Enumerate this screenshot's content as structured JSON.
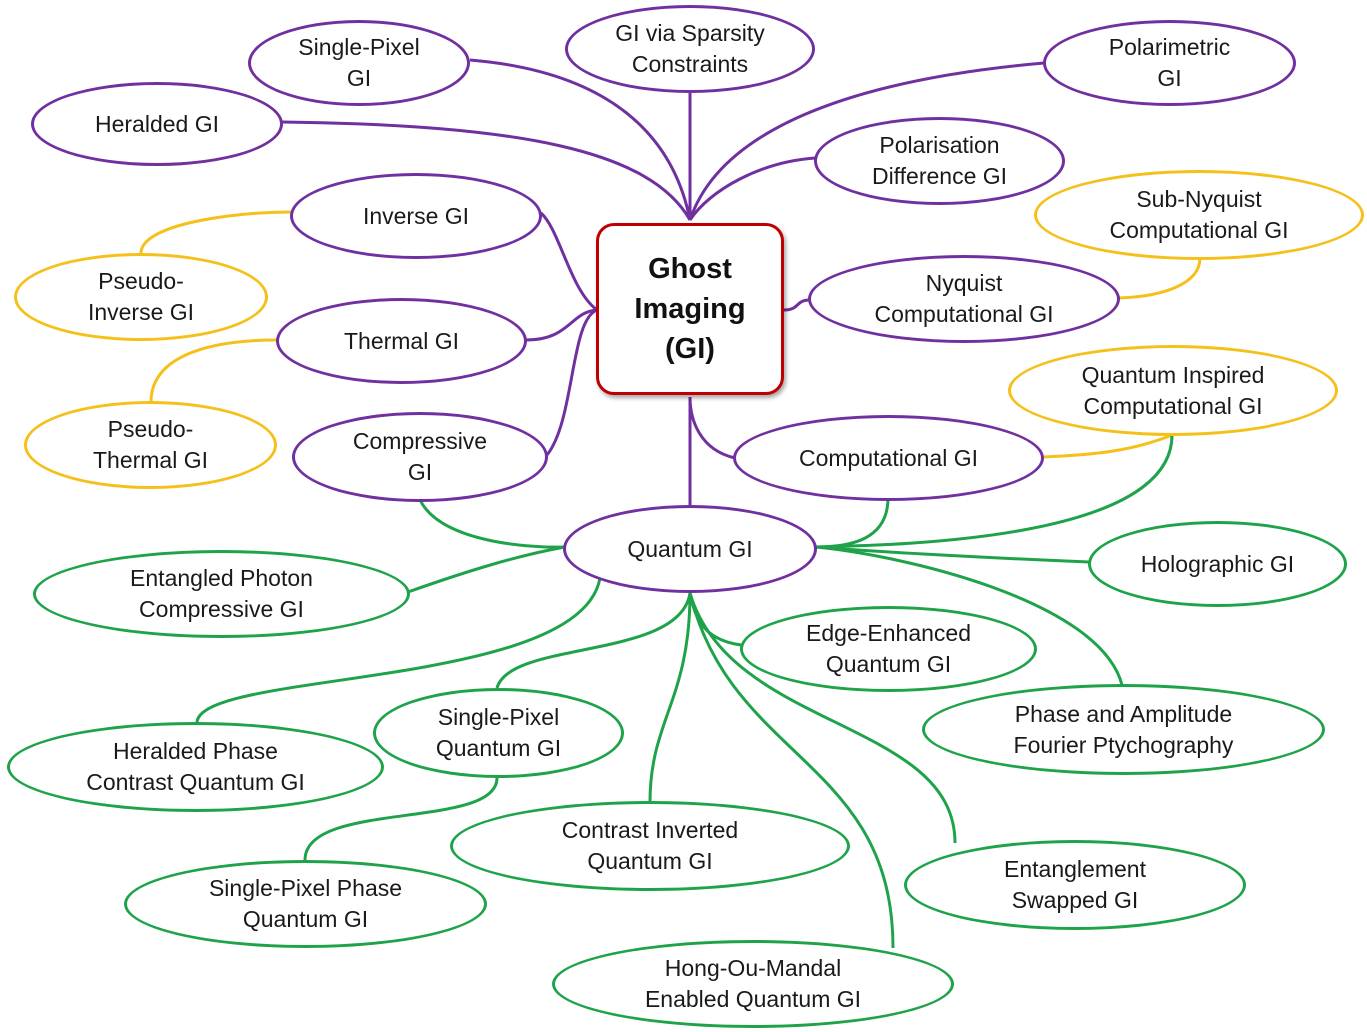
{
  "colors": {
    "core": "#7030a0",
    "variant": "#f5c01a",
    "quantum": "#1fa34a",
    "center": "#c00000"
  },
  "center": {
    "label": "Ghost\nImaging\n(GI)"
  },
  "nodes": {
    "heralded_gi": "Heralded GI",
    "single_pixel_gi": "Single-Pixel\nGI",
    "gi_sparsity": "GI via Sparsity\nConstraints",
    "polarimetric_gi": "Polarimetric\nGI",
    "polarisation_difference_gi": "Polarisation\nDifference GI",
    "inverse_gi": "Inverse GI",
    "pseudo_inverse_gi": "Pseudo-\nInverse GI",
    "sub_nyquist_gi": "Sub-Nyquist\nComputational GI",
    "thermal_gi": "Thermal GI",
    "nyquist_gi": "Nyquist\nComputational GI",
    "pseudo_thermal_gi": "Pseudo-\nThermal GI",
    "quantum_inspired_gi": "Quantum Inspired\nComputational GI",
    "compressive_gi": "Compressive\nGI",
    "computational_gi": "Computational GI",
    "quantum_gi": "Quantum GI",
    "entangled_photon_gi": "Entangled Photon\nCompressive GI",
    "holographic_gi": "Holographic GI",
    "edge_enhanced_gi": "Edge-Enhanced\nQuantum GI",
    "single_pixel_quantum_gi": "Single-Pixel\nQuantum GI",
    "phase_amplitude_fp": "Phase and Amplitude\nFourier Ptychography",
    "heralded_phase_gi": "Heralded Phase\nContrast Quantum GI",
    "contrast_inverted_gi": "Contrast Inverted\nQuantum GI",
    "entanglement_swapped_gi": "Entanglement\nSwapped GI",
    "single_pixel_phase_gi": "Single-Pixel Phase\nQuantum GI",
    "hong_ou_mandal_gi": "Hong-Ou-Mandal\nEnabled Quantum GI"
  }
}
